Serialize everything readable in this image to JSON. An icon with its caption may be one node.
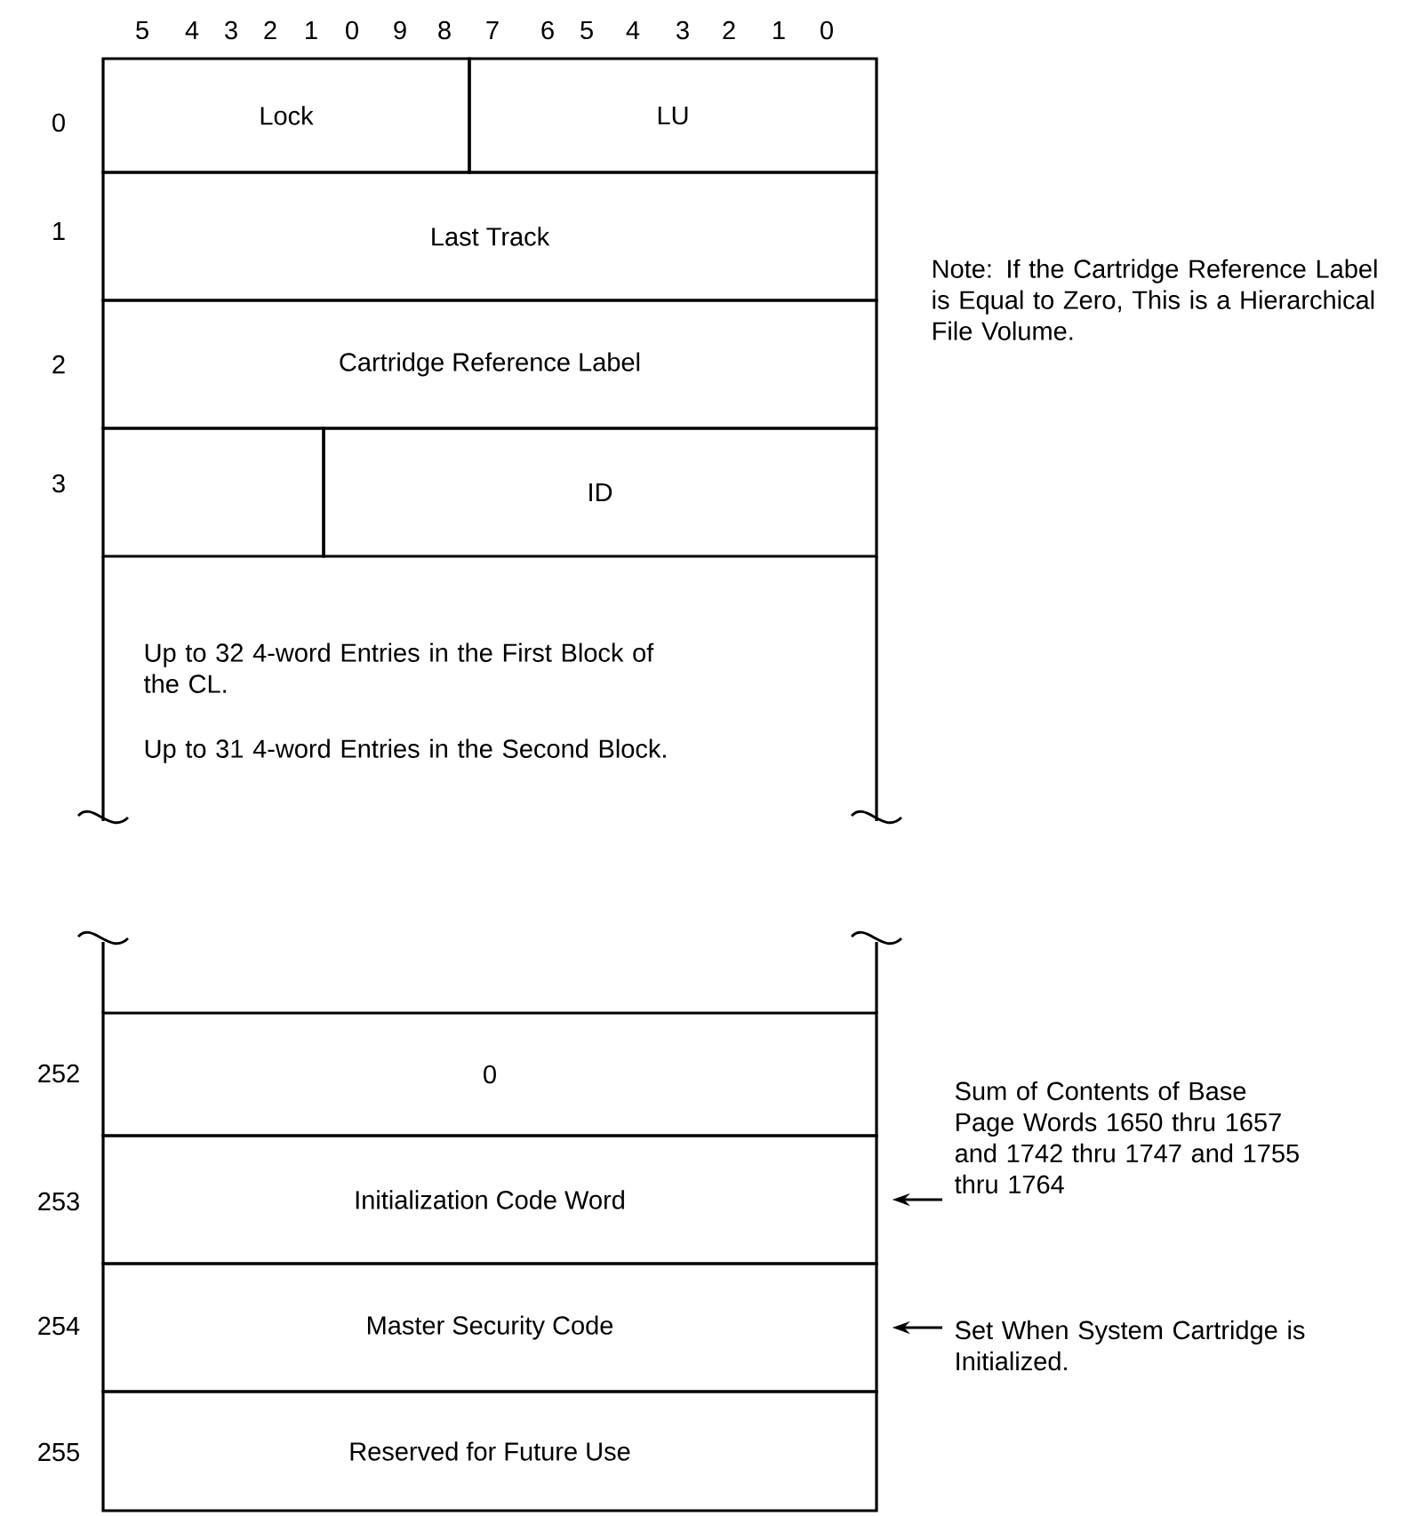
{
  "diagram": {
    "nodes": [
      {
        "text": [
          "Lock"
        ]
      },
      {
        "text": [
          "LU"
        ]
      },
      {
        "text": [
          "Last Track"
        ]
      },
      {
        "text": [
          "Cartridge Reference Label"
        ]
      },
      {
        "text": [],
        "shape": "box"
      },
      {
        "text": [
          "ID"
        ]
      },
      {
        "text": [
          "Up to 32 4-word Entries in the First Block of the CL.",
          "Up to 31 4-word Entries in the Second Block."
        ]
      },
      {
        "text": [
          "0"
        ]
      },
      {
        "text": [
          "Initialization Code Word"
        ]
      },
      {
        "text": [
          "Master Security Code"
        ]
      },
      {
        "text": [
          "Reserved for Future Use"
        ]
      },
      {
        "text": [
          "Sum of Contents of Base Page Words 1650 thru 1657 and 1742 thru 1747 and 1755 thru 1764"
        ]
      },
      {
        "text": [
          "Set When System Cartridge is Initialized."
        ]
      }
    ],
    "edges": [
      {
        "from": 11,
        "to": 8,
        "arrow": "to"
      },
      {
        "from": 12,
        "to": 9,
        "arrow": "to"
      }
    ],
    "labels": [
      "5",
      "4",
      "3",
      "2",
      "1",
      "0",
      "9",
      "8",
      "7",
      "6",
      "5",
      "4",
      "3",
      "2",
      "1",
      "0",
      "0",
      "1",
      "Note: If the Cartridge Reference Label is Equal to Zero, This is a Hierarchical File Volume.",
      "2",
      "3",
      "252",
      "253",
      "254",
      "255"
    ]
  }
}
